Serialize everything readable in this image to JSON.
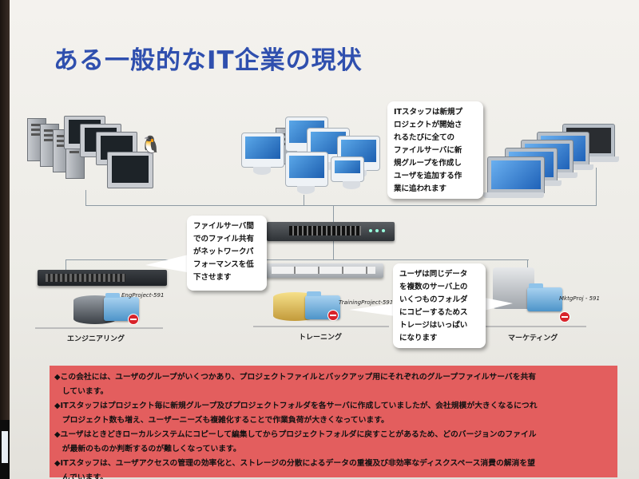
{
  "slide": {
    "title": "ある一般的なIT企業の現状"
  },
  "departments": [
    {
      "id": "engineering",
      "label": "エンジニアリング",
      "folder": "EngProject-591"
    },
    {
      "id": "training",
      "label": "トレーニング",
      "folder": "TrainingProject-591"
    },
    {
      "id": "marketing",
      "label": "マーケティング",
      "folder": "MktgProj - 591"
    }
  ],
  "callouts": {
    "it_staff": [
      "ITスタッフは新規プ",
      "ロジェクトが開始さ",
      "れるたびに全ての",
      "ファイルサーバに新",
      "規グループを作成し",
      "ユーザを追加する作",
      "業に追われます"
    ],
    "file_sharing": [
      "ファイルサーバ間",
      "でのファイル共有",
      "がネットワークパ",
      "フォーマンスを低",
      "下させます"
    ],
    "storage": [
      "ユーザは同じデータ",
      "を複数のサーバ上の",
      "いくつものフォルダ",
      "にコピーするためス",
      "トレージはいっぱい",
      "になります"
    ]
  },
  "summary_lines": [
    "◆この会社には、ユーザのグループがいくつかあり、プロジェクトファイルとバックアップ用にそれぞれのグループファイルサーバを共有",
    "　しています。",
    "◆ITスタッフはプロジェクト毎に新規グループ及びプロジェクトフォルダを各サーバに作成していましたが、会社規模が大きくなるにつれ",
    "　プロジェクト数も増え、ユーザーニーズも複雑化することで作業負荷が大きくなっています。",
    "◆ユーザはときどきローカルシステムにコピーして編集してからプロジェクトフォルダに戻すことがあるため、どのバージョンのファイル",
    "　が最新のものか判断するのが難しくなっています。",
    "◆ITスタッフは、ユーザアクセスの管理の効率化と、ストレージの分散によるデータの重複及び非効率なディスクスペース消費の解消を望",
    "　んでいます。"
  ],
  "colors": {
    "title": "#2f4fae",
    "summary_bg": "#e35e5e",
    "slide_bg": "#f0eee9"
  },
  "icons": [
    "linux-penguin-icon",
    "windows-logo-icon",
    "no-entry-icon",
    "folder-icon"
  ]
}
